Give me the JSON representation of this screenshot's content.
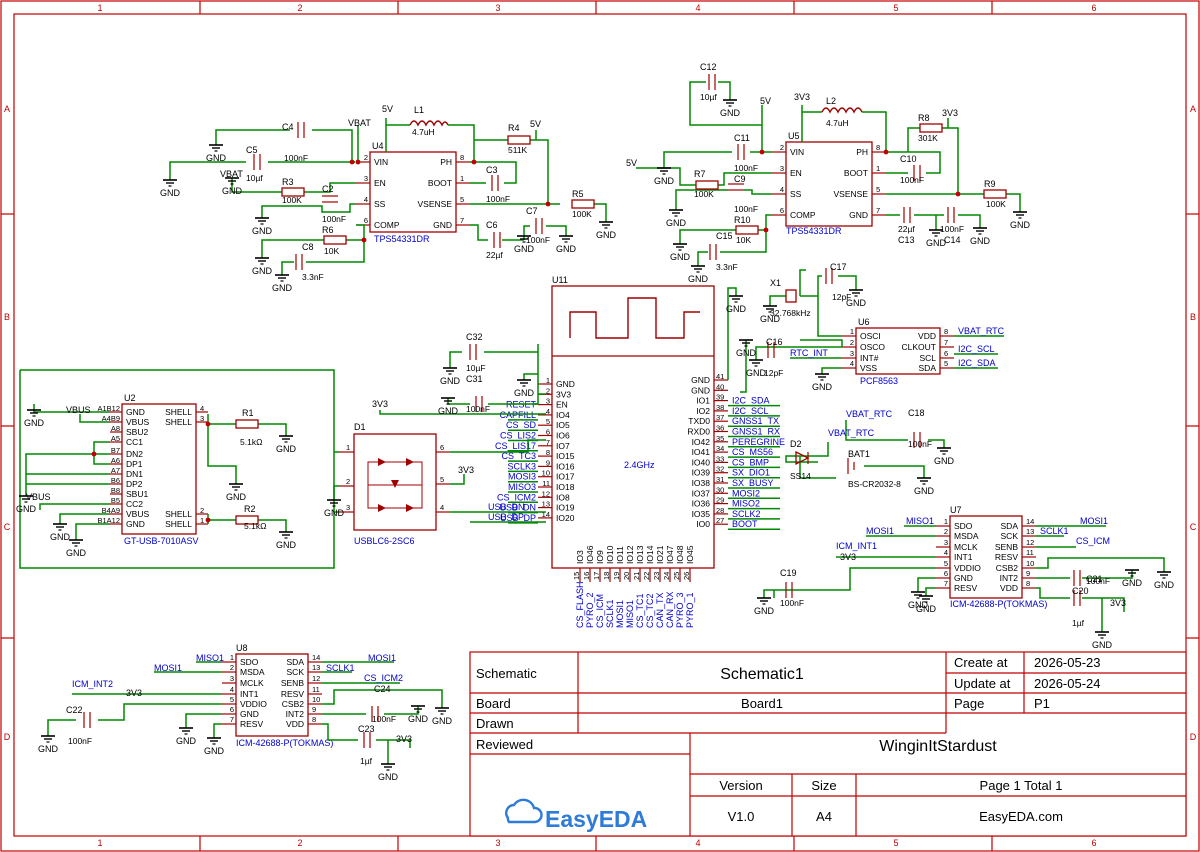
{
  "sheet": {
    "zones_x": [
      "1",
      "2",
      "3",
      "4",
      "5",
      "6"
    ],
    "zones_y": [
      "A",
      "B",
      "C",
      "D"
    ]
  },
  "title_block": {
    "schematic_label": "Schematic",
    "schematic_value": "Schematic1",
    "create_label": "Create at",
    "create_value": "2026-05-23",
    "update_label": "Update at",
    "update_value": "2026-05-24",
    "board_label": "Board",
    "board_value": "Board1",
    "page_label": "Page",
    "page_value": "P1",
    "drawn_label": "Drawn",
    "reviewed_label": "Reviewed",
    "author": "WinginItStardust",
    "version_label": "Version",
    "version_value": "V1.0",
    "size_label": "Size",
    "size_value": "A4",
    "page_total": "Page  1  Total  1",
    "site": "EasyEDA.com",
    "logo": "EasyEDA"
  },
  "u4": {
    "ref": "U4",
    "part": "TPS54331DR",
    "pins_left": [
      "VIN",
      "EN",
      "SS",
      "COMP"
    ],
    "nums_left": [
      "2",
      "3",
      "4",
      "6"
    ],
    "pins_right": [
      "PH",
      "BOOT",
      "VSENSE",
      "GND"
    ],
    "nums_right": [
      "8",
      "1",
      "5",
      "7"
    ],
    "l1": "L1",
    "l1_val": "4.7uH",
    "c4": "C4",
    "c4_val": "100nF",
    "c5": "C5",
    "c5_val": "10µf",
    "r3": "R3",
    "r3_val": "100K",
    "c2": "C2",
    "c2_val": "100nF",
    "r6": "R6",
    "r6_val": "10K",
    "c8": "C8",
    "c8_val": "3.3nF",
    "c3": "C3",
    "c3_val": "100nF",
    "r4": "R4",
    "r4_val": "511K",
    "r5": "R5",
    "r5_val": "100K",
    "c6": "C6",
    "c6_val": "22µf",
    "c7": "C7",
    "c7_val": "100nF",
    "pwr_5v": "5V",
    "pwr_vbat": "VBAT"
  },
  "u5": {
    "ref": "U5",
    "part": "TPS54331DR",
    "pins_left": [
      "VIN",
      "EN",
      "SS",
      "COMP"
    ],
    "nums_left": [
      "2",
      "3",
      "4",
      "6"
    ],
    "pins_right": [
      "PH",
      "BOOT",
      "VSENSE",
      "GND"
    ],
    "nums_right": [
      "8",
      "1",
      "5",
      "7"
    ],
    "l2": "L2",
    "l2_val": "4.7uH",
    "c12": "C12",
    "c12_val": "10µf",
    "c11": "C11",
    "c11_val": "100nF",
    "r7": "R7",
    "r7_val": "100K",
    "c9": "C9",
    "c9_val": "100nF",
    "r10": "R10",
    "r10_val": "10K",
    "c15": "C15",
    "c15_val": "3.3nF",
    "c10": "C10",
    "c10_val": "100nF",
    "r8": "R8",
    "r8_val": "301K",
    "r9": "R9",
    "r9_val": "100K",
    "c13": "C13",
    "c13_val": "22µf",
    "c14": "C14",
    "c14_val": "100nF",
    "pwr_5v": "5V",
    "pwr_3v3": "3V3"
  },
  "u11": {
    "ref": "U11",
    "freq": "2.4GHz",
    "left_pins": [
      "GND",
      "3V3",
      "EN",
      "IO4",
      "IO5",
      "IO6",
      "IO7",
      "IO15",
      "IO16",
      "IO17",
      "IO18",
      "IO8",
      "IO19",
      "IO20"
    ],
    "left_nums": [
      "1",
      "2",
      "3",
      "4",
      "5",
      "6",
      "7",
      "8",
      "9",
      "10",
      "11",
      "12",
      "13",
      "14"
    ],
    "left_nets": [
      "",
      "",
      "RESET",
      "CAPFILL",
      "CS_SD",
      "CS_LIS2",
      "CS_LIS17",
      "CS_TC3",
      "SCLK3",
      "MOSI3",
      "MISO3",
      "CS_ICM2",
      "USB_DN",
      "USB_DP"
    ],
    "right_pins": [
      "GND",
      "GND",
      "IO1",
      "IO2",
      "TXD0",
      "RXD0",
      "IO42",
      "IO41",
      "IO40",
      "IO39",
      "IO38",
      "IO37",
      "IO36",
      "IO35",
      "IO0"
    ],
    "right_nums": [
      "41",
      "40",
      "39",
      "38",
      "37",
      "36",
      "35",
      "34",
      "33",
      "32",
      "31",
      "30",
      "29",
      "28",
      "27"
    ],
    "right_nets": [
      "",
      "",
      "I2C_SDA",
      "I2C_SCL",
      "GNSS1_TX",
      "GNSS1_RX",
      "PEREGRINE",
      "CS_MS56",
      "CS_BMP",
      "SX_DIO1",
      "SX_BUSY",
      "MOSI2",
      "MISO2",
      "SCLK2",
      "BOOT"
    ],
    "bottom_pins": [
      "IO3",
      "IO46",
      "IO9",
      "IO10",
      "IO11",
      "IO12",
      "IO13",
      "IO14",
      "IO21",
      "IO47",
      "IO48",
      "IO45"
    ],
    "bottom_nums": [
      "15",
      "16",
      "17",
      "18",
      "19",
      "20",
      "21",
      "22",
      "23",
      "24",
      "25",
      "26"
    ],
    "bottom_nets": [
      "CS_FLASH",
      "PYRO_2",
      "CS_ICM",
      "SCLK1",
      "MOSI1",
      "MISO1",
      "CS_TC1",
      "CS_TC2",
      "CAN_TX",
      "CAN_RX",
      "PYRO_3",
      "PYRO_1"
    ],
    "c32": "C32",
    "c32_val": "10µF",
    "c31": "C31",
    "c31_val": "100nF",
    "pwr_3v3": "3V3"
  },
  "u6": {
    "ref": "U6",
    "part": "PCF8563",
    "pins_left": [
      "OSCI",
      "OSCO",
      "INT#",
      "VSS"
    ],
    "nums_left": [
      "1",
      "2",
      "3",
      "4"
    ],
    "pins_right": [
      "VDD",
      "CLKOUT",
      "SCL",
      "SDA"
    ],
    "nums_right": [
      "8",
      "7",
      "6",
      "5"
    ],
    "x1": "X1",
    "x1_val": "32.768kHz",
    "c17": "C17",
    "c17_val": "12pF",
    "c16": "C16",
    "c16_val": "12pF",
    "net_vbat_rtc": "VBAT_RTC",
    "net_rtc_int": "RTC_INT",
    "net_scl": "I2C_SCL",
    "net_sda": "I2C_SDA"
  },
  "bat": {
    "vbat_rtc": "VBAT_RTC",
    "c18": "C18",
    "c18_val": "100nF",
    "d2": "D2",
    "d2_val": "SS14",
    "bat1": "BAT1",
    "bat1_val": "BS-CR2032-8",
    "vbat_rtc2": "VBAT_RTC"
  },
  "u2": {
    "ref": "U2",
    "part": "GT-USB-7010ASV",
    "pins_left": [
      "GND",
      "VBUS",
      "SBU2",
      "CC1",
      "DN2",
      "DP1",
      "DN1",
      "DP2",
      "SBU1",
      "CC2",
      "VBUS",
      "GND"
    ],
    "nums_left": [
      "A1B12",
      "A4B9",
      "A8",
      "A5",
      "B7",
      "A6",
      "A7",
      "B6",
      "B8",
      "B5",
      "B4A9",
      "B1A12"
    ],
    "pins_right": [
      "SHELL",
      "SHELL",
      "SHELL",
      "SHELL"
    ],
    "nums_right": [
      "4",
      "3",
      "2",
      "1"
    ],
    "r1": "R1",
    "r1_val": "5.1kΩ",
    "r2": "R2",
    "r2_val": "5.1kΩ",
    "net_vbus": "VBUS"
  },
  "d1": {
    "ref": "D1",
    "part": "USBLC6-2SC6",
    "nums_left": [
      "1",
      "2",
      "3"
    ],
    "nums_right": [
      "6",
      "5",
      "4"
    ],
    "pwr_3v3": "3V3",
    "net_usb_dn": "USB_DN",
    "net_usb_dp": "USB_DP"
  },
  "u7": {
    "ref": "U7",
    "part": "ICM-42688-P(TOKMAS)",
    "pins_left": [
      "SDO",
      "MSDA",
      "MCLK",
      "INT1",
      "VDDIO",
      "GND",
      "RESV"
    ],
    "nums_left": [
      "1",
      "2",
      "3",
      "4",
      "5",
      "6",
      "7"
    ],
    "pins_right": [
      "SDA",
      "SCK",
      "SENB",
      "RESV",
      "CSB2",
      "INT2",
      "VDD"
    ],
    "nums_right": [
      "14",
      "13",
      "12",
      "11",
      "10",
      "9",
      "8"
    ],
    "net_miso": "MISO1",
    "net_mosi": "MOSI1",
    "net_mosi_r": "MOSI1",
    "net_sclk": "SCLK1",
    "net_cs": "CS_ICM",
    "net_int": "ICM_INT1",
    "pwr_3v3": "3V3",
    "c19": "C19",
    "c19_val": "100nF",
    "c21": "C21",
    "c21_val": "100nF",
    "c20": "C20",
    "c20_val": "1µf",
    "pwr_3v3_b": "3V3"
  },
  "u8": {
    "ref": "U8",
    "part": "ICM-42688-P(TOKMAS)",
    "pins_left": [
      "SDO",
      "MSDA",
      "MCLK",
      "INT1",
      "VDDIO",
      "GND",
      "RESV"
    ],
    "nums_left": [
      "1",
      "2",
      "3",
      "4",
      "5",
      "6",
      "7"
    ],
    "pins_right": [
      "SDA",
      "SCK",
      "SENB",
      "RESV",
      "CSB2",
      "INT2",
      "VDD"
    ],
    "nums_right": [
      "14",
      "13",
      "12",
      "11",
      "10",
      "9",
      "8"
    ],
    "net_miso": "MISO1",
    "net_mosi": "MOSI1",
    "net_mosi_r": "MOSI1",
    "net_sclk": "SCLK1",
    "net_cs": "CS_ICM2",
    "net_int": "ICM_INT2",
    "pwr_3v3": "3V3",
    "c22": "C22",
    "c22_val": "100nF",
    "c24": "C24",
    "c24_val": "100nF",
    "c23": "C23",
    "c23_val": "1µf",
    "pwr_3v3_b": "3V3"
  },
  "gnd_label": "GND"
}
